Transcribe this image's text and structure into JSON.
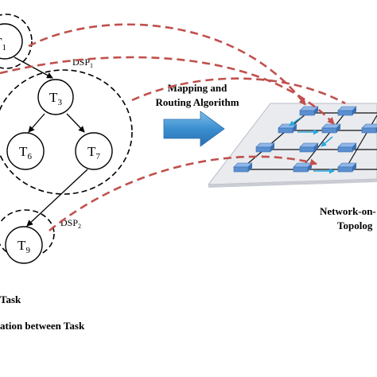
{
  "diagram": {
    "colors": {
      "mapping_arrow": "#c0504d",
      "node_fill": "#5b8fd0",
      "node_top": "#8fb6e8",
      "node_side": "#3a6fb0",
      "plane": "#e8eaee",
      "route_arrow": "#2aa8e0",
      "big_arrow": "#3b8fd0"
    },
    "tasks": {
      "t1": {
        "main": "T",
        "sub": "1"
      },
      "t3": {
        "main": "T",
        "sub": "3"
      },
      "t6": {
        "main": "T",
        "sub": "6"
      },
      "t7": {
        "main": "T",
        "sub": "7"
      },
      "t9": {
        "main": "T",
        "sub": "9"
      }
    },
    "dsp1": {
      "main": "DSP",
      "sub": "1"
    },
    "dsp2": {
      "main": "DSP",
      "sub": "2"
    },
    "algorithm_label_line1": "Mapping and",
    "algorithm_label_line2": "Routing Algorithm",
    "noc_label_line1": "Network-on-",
    "noc_label_line2": "Topolog",
    "legend_task": "Task",
    "legend_comm": "ation between Task"
  }
}
